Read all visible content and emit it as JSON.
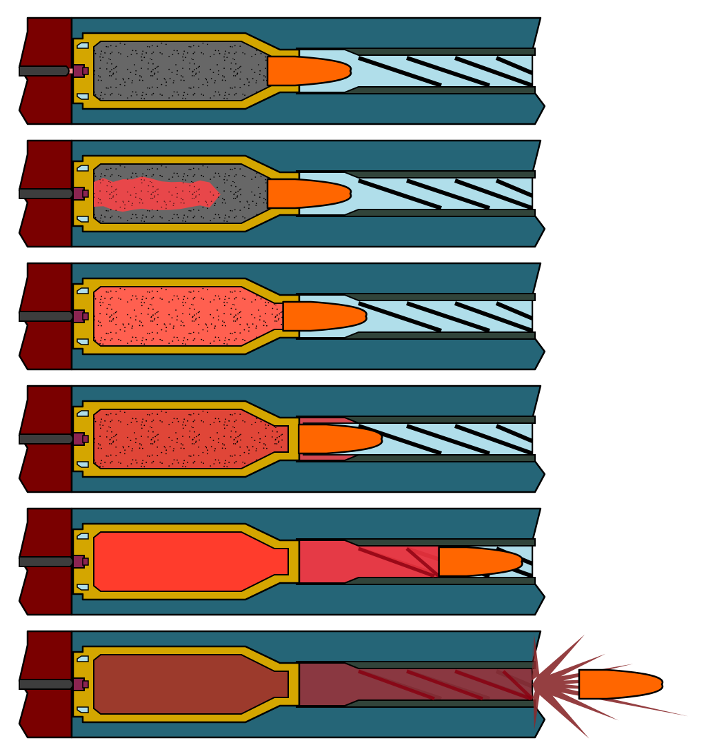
{
  "diagram": {
    "panel_count": 6,
    "colors": {
      "background": "#ffffff",
      "stock": "#7a0000",
      "barrel": "#256577",
      "barrel_rail": "#31443a",
      "casing_brass": "#d4a600",
      "firing_pin": "#3d3d3d",
      "primer": "#8b2451",
      "bullet": "#ff6600",
      "bore": "#b0deea",
      "outline": "#000000",
      "unburnt_powder": "#676767"
    },
    "stages": [
      {
        "bullet_position": 0.0,
        "pin_struck": false,
        "flash": false,
        "powder_fill": "#676767",
        "powder_dots": true,
        "bore_gas": null,
        "gas_extent": 0.0,
        "burn_front": 0.0,
        "muzzle_blast": false
      },
      {
        "bullet_position": 0.0,
        "pin_struck": true,
        "flash": true,
        "powder_fill": "#676767",
        "powder_dots": true,
        "bore_gas": null,
        "gas_extent": 0.0,
        "burn_front": 0.6,
        "muzzle_blast": false
      },
      {
        "bullet_position": 0.05,
        "pin_struck": true,
        "flash": false,
        "powder_fill": "#ff6050",
        "powder_dots": true,
        "bore_gas": null,
        "gas_extent": 0.0,
        "burn_front": 1.0,
        "muzzle_blast": false
      },
      {
        "bullet_position": 0.1,
        "pin_struck": true,
        "flash": false,
        "powder_fill": "#e04638",
        "powder_dots": true,
        "bore_gas": "#d8424a",
        "gas_extent": 0.02,
        "burn_front": 1.0,
        "muzzle_blast": false
      },
      {
        "bullet_position": 0.55,
        "pin_struck": true,
        "flash": false,
        "powder_fill": "#ff3c2c",
        "powder_dots": false,
        "bore_gas": "#e8323e",
        "gas_extent": 0.5,
        "burn_front": 1.0,
        "muzzle_blast": false
      },
      {
        "bullet_position": 1.0,
        "pin_struck": true,
        "flash": false,
        "powder_fill": "#9c3a2c",
        "powder_dots": false,
        "bore_gas": "#883038",
        "gas_extent": 1.0,
        "burn_front": 1.0,
        "muzzle_blast": true
      }
    ]
  }
}
